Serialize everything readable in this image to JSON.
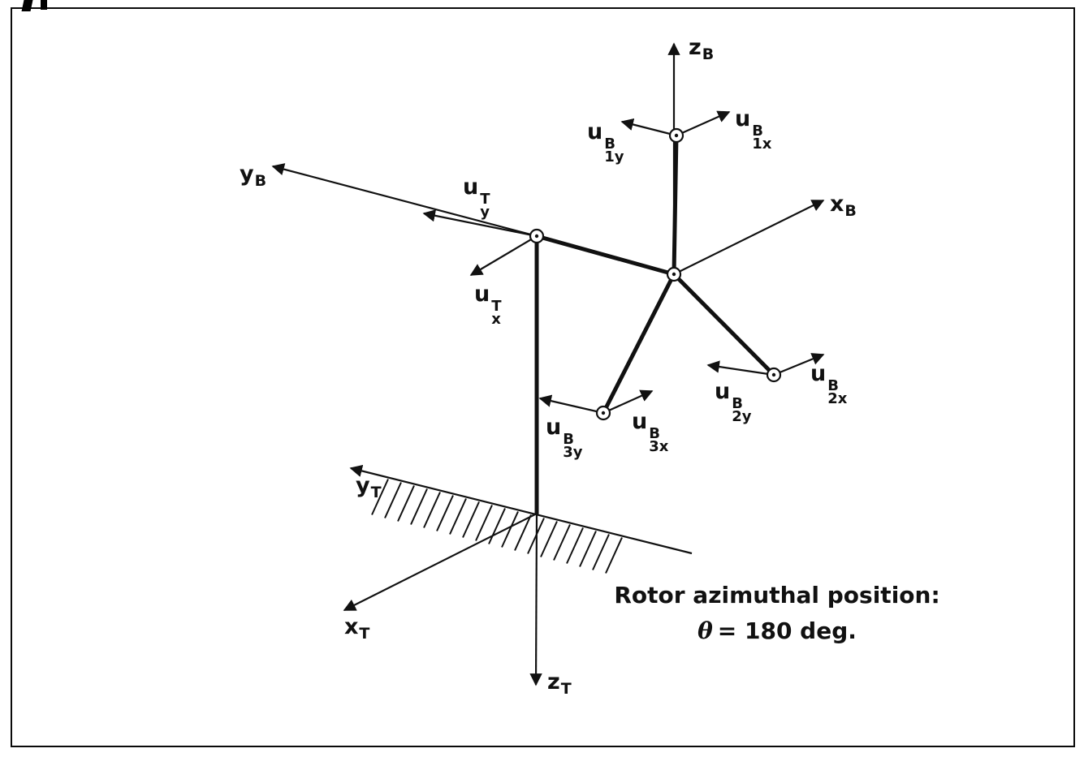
{
  "colors": {
    "ink": "#111111",
    "background": "#ffffff"
  },
  "figure": {
    "caption_line1": "Rotor azimuthal position:",
    "theta": "θ",
    "theta_value": "= 180 deg."
  },
  "axes": {
    "zB": {
      "base": "z",
      "sub": "B"
    },
    "xB": {
      "base": "x",
      "sub": "B"
    },
    "yB": {
      "base": "y",
      "sub": "B"
    },
    "zT": {
      "base": "z",
      "sub": "T"
    },
    "xT": {
      "base": "x",
      "sub": "T"
    },
    "yT": {
      "base": "y",
      "sub": "T"
    }
  },
  "dof_labels": {
    "u1x": {
      "base": "u",
      "sup": "B",
      "sub": "1x"
    },
    "u1y": {
      "base": "u",
      "sup": "B",
      "sub": "1y"
    },
    "u2x": {
      "base": "u",
      "sup": "B",
      "sub": "2x"
    },
    "u2y": {
      "base": "u",
      "sup": "B",
      "sub": "2y"
    },
    "u3x": {
      "base": "u",
      "sup": "B",
      "sub": "3x"
    },
    "u3y": {
      "base": "u",
      "sup": "B",
      "sub": "3y"
    },
    "uxT": {
      "base": "u",
      "sup": "T",
      "sub": "x"
    },
    "uyT": {
      "base": "u",
      "sup": "T",
      "sub": "y"
    }
  }
}
